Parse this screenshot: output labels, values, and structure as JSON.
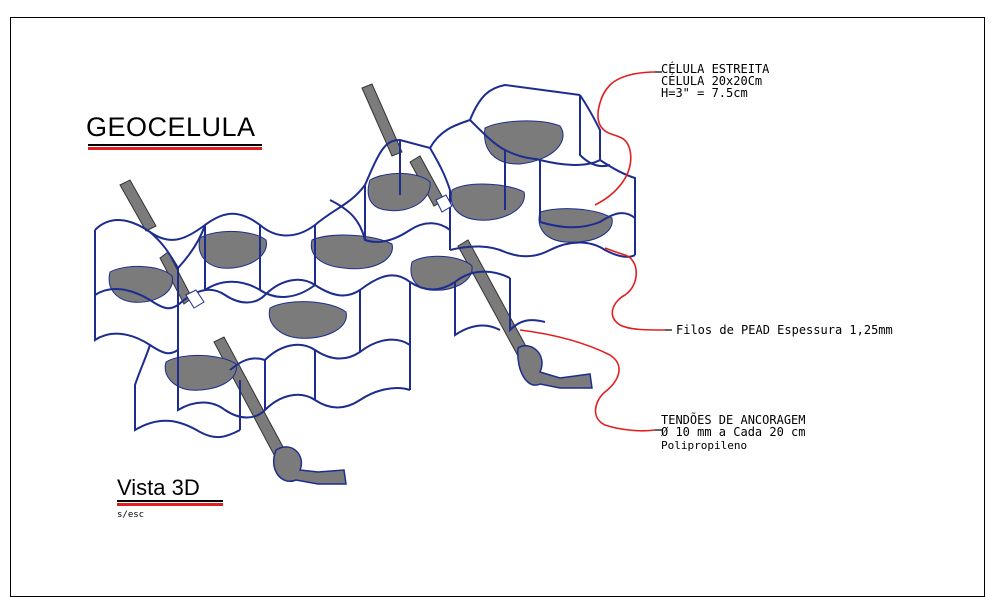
{
  "title": "GEOCELULA",
  "view": {
    "label": "Vista 3D",
    "scale": "s/esc"
  },
  "notes": {
    "cell": [
      "CÉLULA ESTREITA",
      "CÉLULA 20x20Cm",
      "H=3\" = 7.5cm"
    ],
    "filaments": "Filos de PEAD Espessura 1,25mm",
    "anchors": [
      "TENDÕES DE ANCORAGEM",
      "Ø 10 mm a Cada 20 cm",
      "Polipropileno"
    ]
  },
  "colors": {
    "cells": "#1c2d8f",
    "fill": "#7b7b7b",
    "leader": "#e02020",
    "underline": "#e02020"
  }
}
